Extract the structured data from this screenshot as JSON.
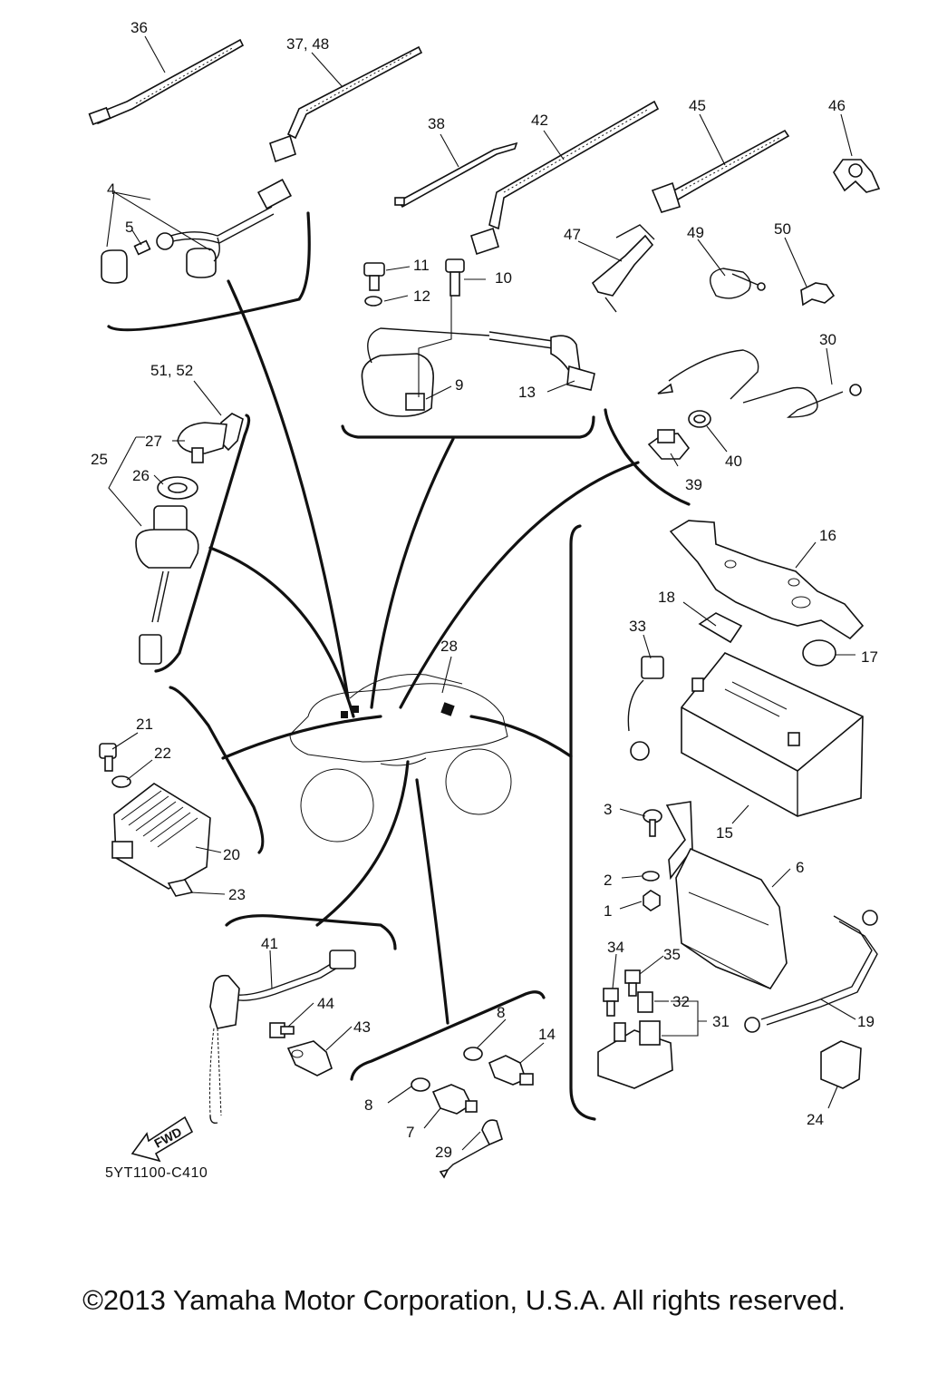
{
  "diagram_code": "5YT1100-C410",
  "fwd_label": "FWD",
  "copyright": "©2013 Yamaha Motor Corporation, U.S.A. All rights reserved.",
  "callouts": {
    "c36": "36",
    "c37_48": "37, 48",
    "c38": "38",
    "c42": "42",
    "c45": "45",
    "c46": "46",
    "c4": "4",
    "c5": "5",
    "c47": "47",
    "c49": "49",
    "c50": "50",
    "c11": "11",
    "c10": "10",
    "c12": "12",
    "c9": "9",
    "c13": "13",
    "c30": "30",
    "c39": "39",
    "c40": "40",
    "c51_52": "51, 52",
    "c27": "27",
    "c25": "25",
    "c26": "26",
    "c16": "16",
    "c18": "18",
    "c33": "33",
    "c28": "28",
    "c17": "17",
    "c21": "21",
    "c22": "22",
    "c20": "20",
    "c23": "23",
    "c3": "3",
    "c15": "15",
    "c2": "2",
    "c6": "6",
    "c1": "1",
    "c41": "41",
    "c34": "34",
    "c35": "35",
    "c44": "44",
    "c43": "43",
    "c32": "32",
    "c31": "31",
    "c19": "19",
    "c8a": "8",
    "c14": "14",
    "c8b": "8",
    "c7": "7",
    "c29": "29",
    "c24": "24"
  }
}
